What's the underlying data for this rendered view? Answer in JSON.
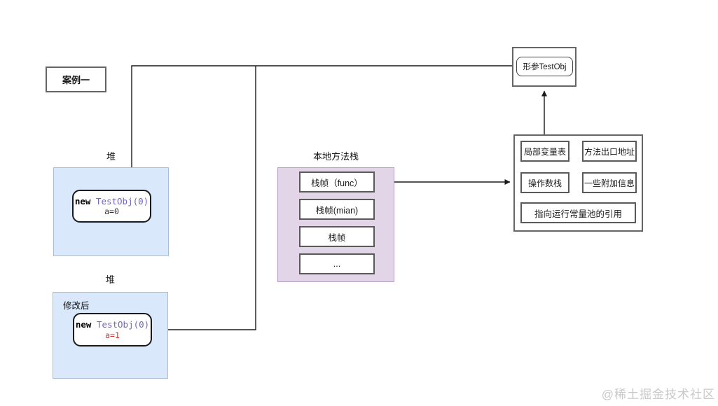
{
  "case_box": {
    "label": "案例一"
  },
  "param_box": {
    "label": "形参TestObj"
  },
  "heap_top": {
    "label": "堆",
    "object": {
      "keyword": "new",
      "ctor": "TestObj(0)",
      "field": "a=0"
    }
  },
  "heap_bottom": {
    "label": "堆",
    "note": "修改后",
    "object": {
      "keyword": "new",
      "ctor": "TestObj(0)",
      "field": "a=1"
    }
  },
  "stack": {
    "label": "本地方法栈",
    "frames": [
      "栈帧（func）",
      "栈帧(mian)",
      "栈帧",
      "..."
    ]
  },
  "frame_detail": {
    "cells": {
      "local_var_table": "局部变量表",
      "method_exit_addr": "方法出口地址",
      "operand_stack": "操作数栈",
      "extra_info": "一些附加信息",
      "const_pool_ref": "指向运行常量池的引用"
    }
  },
  "watermark": "@稀土掘金技术社区",
  "colors": {
    "heap_fill": "#dae8fc",
    "heap_border": "#a7bedb",
    "stack_fill": "#e1d5e7",
    "stack_border": "#b5a1c4",
    "ctor_text": "#7661c2",
    "changed_field_text": "#d0342c",
    "wire": "#1a1a1a",
    "watermark_text": "#c9c9c9"
  }
}
